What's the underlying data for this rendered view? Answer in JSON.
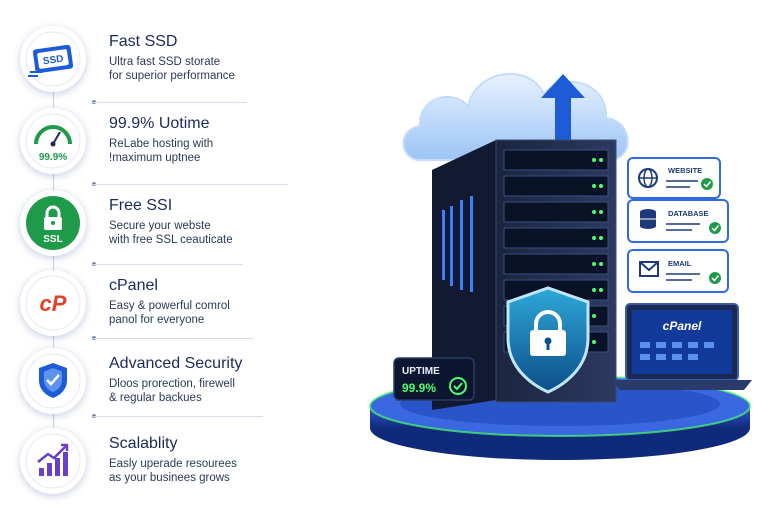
{
  "features": [
    {
      "id": "ssd",
      "icon": "ssd-drive-icon",
      "title": "Fast SSD",
      "desc": "Ultra fast SSD storate\nfor superior performance",
      "badge": "SSD",
      "color": "#1e5bd6"
    },
    {
      "id": "uptime",
      "icon": "speedometer-icon",
      "title": "99.9% Uotime",
      "desc": "ReLabe hosting with\n!maximum uptnee",
      "badge": "99.9%",
      "color": "#1f9a4a"
    },
    {
      "id": "ssl",
      "icon": "padlock-icon",
      "title": "Free SSI",
      "desc": "Secure your webste\nwith free SSL ceauticate",
      "badge": "SSL",
      "color": "#1f9a4a"
    },
    {
      "id": "cpanel",
      "icon": "cpanel-logo-icon",
      "title": "cPanel",
      "desc": "Easy & powerful comrol\npanol for everyone",
      "badge": "cP",
      "color": "#e0452b"
    },
    {
      "id": "security",
      "icon": "shield-icon",
      "title": "Advanced Security",
      "desc": "Dloos prorection, firewell\n& regular backues",
      "badge": "",
      "color": "#1e5bd6"
    },
    {
      "id": "scalability",
      "icon": "growth-chart-icon",
      "title": "Scalablity",
      "desc": "Easly uperade resourees\nas your businees grows",
      "badge": "",
      "color": "#6a3fc9"
    }
  ],
  "illustration": {
    "panels": [
      {
        "label": "WEBSITE",
        "icon": "globe-icon"
      },
      {
        "label": "DATABASE",
        "icon": "database-icon"
      },
      {
        "label": "EMAIL",
        "icon": "envelope-icon"
      }
    ],
    "uptime_label": "UPTIME",
    "uptime_value": "99.9%",
    "laptop_label": "cPanel",
    "icons": [
      "cloud-upload-icon",
      "server-rack-icon",
      "shield-lock-icon",
      "laptop-icon",
      "podium-icon"
    ]
  },
  "colors": {
    "navy": "#1a2a5a",
    "blue": "#1e5bd6",
    "green": "#1f9a4a",
    "red": "#e0452b",
    "purple": "#6a3fc9",
    "neon": "#4cff6a"
  }
}
